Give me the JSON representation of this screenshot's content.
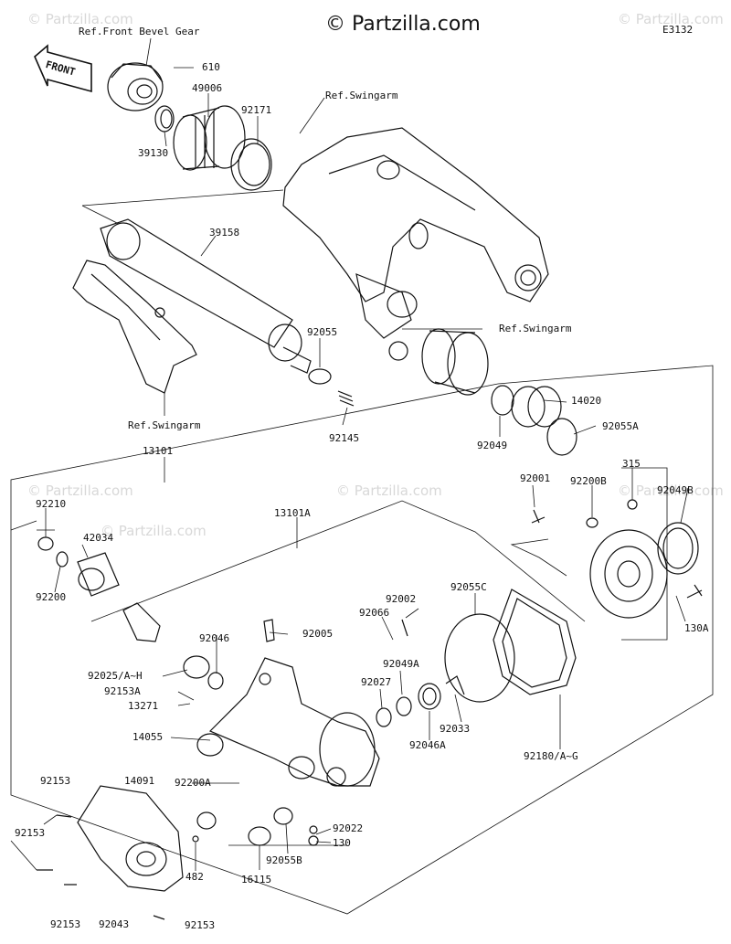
{
  "header": {
    "copyright_site": "© Partzilla.com",
    "diagram_code": "E3132",
    "front_label": "FRONT"
  },
  "watermarks": [
    "© Partzilla.com",
    "© Partzilla.com",
    "© Partzilla.com",
    "© Partzilla.com",
    "© Partzilla.com",
    "© Partzilla.com"
  ],
  "labels": {
    "ref_front_bevel_gear": "Ref.Front Bevel Gear",
    "p610": "610",
    "p49006": "49006",
    "p92171": "92171",
    "p39130": "39130",
    "ref_swingarm_top": "Ref.Swingarm",
    "p39158": "39158",
    "ref_swingarm_mid": "Ref.Swingarm",
    "p92055": "92055",
    "p14020": "14020",
    "p92145": "92145",
    "p92049": "92049",
    "p92055A": "92055A",
    "ref_swingarm_left": "Ref.Swingarm",
    "p13101": "13101",
    "p315": "315",
    "p92001": "92001",
    "p92200B": "92200B",
    "p92049B": "92049B",
    "p92210": "92210",
    "p13101A": "13101A",
    "p42034": "42034",
    "p92002": "92002",
    "p92055C": "92055C",
    "p92066": "92066",
    "p92200": "92200",
    "p92005": "92005",
    "p130A": "130A",
    "p92046": "92046",
    "p92049A": "92049A",
    "p92025": "92025/A~H",
    "p92027": "92027",
    "p92153A": "92153A",
    "p13271": "13271",
    "p92180": "92180/A~G",
    "p92033": "92033",
    "p14055": "14055",
    "p92046A": "92046A",
    "p92153_a": "92153",
    "p14091": "14091",
    "p92200A": "92200A",
    "p92022": "92022",
    "p92153_b": "92153",
    "p130": "130",
    "p92055B": "92055B",
    "p482": "482",
    "p16115": "16115",
    "p92153_c": "92153",
    "p92043": "92043",
    "p92153_d": "92153"
  }
}
